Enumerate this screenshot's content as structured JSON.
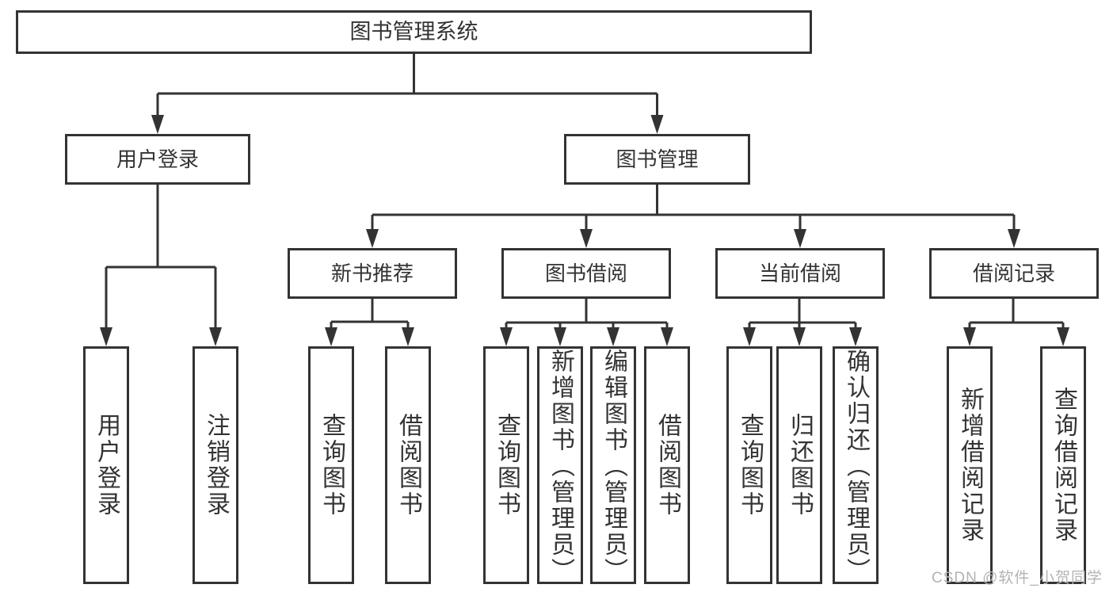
{
  "diagram": {
    "tree": {
      "label": "图书管理系统",
      "children": [
        {
          "label": "用户登录",
          "children": [
            {
              "label": "用户登录"
            },
            {
              "label": "注销登录"
            }
          ]
        },
        {
          "label": "图书管理",
          "children": [
            {
              "label": "新书推荐",
              "children": [
                {
                  "label": "查询图书"
                },
                {
                  "label": "借阅图书"
                }
              ]
            },
            {
              "label": "图书借阅",
              "children": [
                {
                  "label": "查询图书"
                },
                {
                  "label": "新增图书（管理员）"
                },
                {
                  "label": "编辑图书（管理员）"
                },
                {
                  "label": "借阅图书"
                }
              ]
            },
            {
              "label": "当前借阅",
              "children": [
                {
                  "label": "查询图书"
                },
                {
                  "label": "归还图书"
                },
                {
                  "label": "确认归还（管理员）"
                }
              ]
            },
            {
              "label": "借阅记录",
              "children": [
                {
                  "label": "新增借阅记录"
                },
                {
                  "label": "查询借阅记录"
                }
              ]
            }
          ]
        }
      ]
    },
    "colors": {
      "line": "#333333",
      "text": "#333333",
      "box_background": "#ffffff",
      "watermark": "#b3b3b3"
    }
  },
  "watermark": {
    "text": "CSDN @软件_小贺同学"
  }
}
